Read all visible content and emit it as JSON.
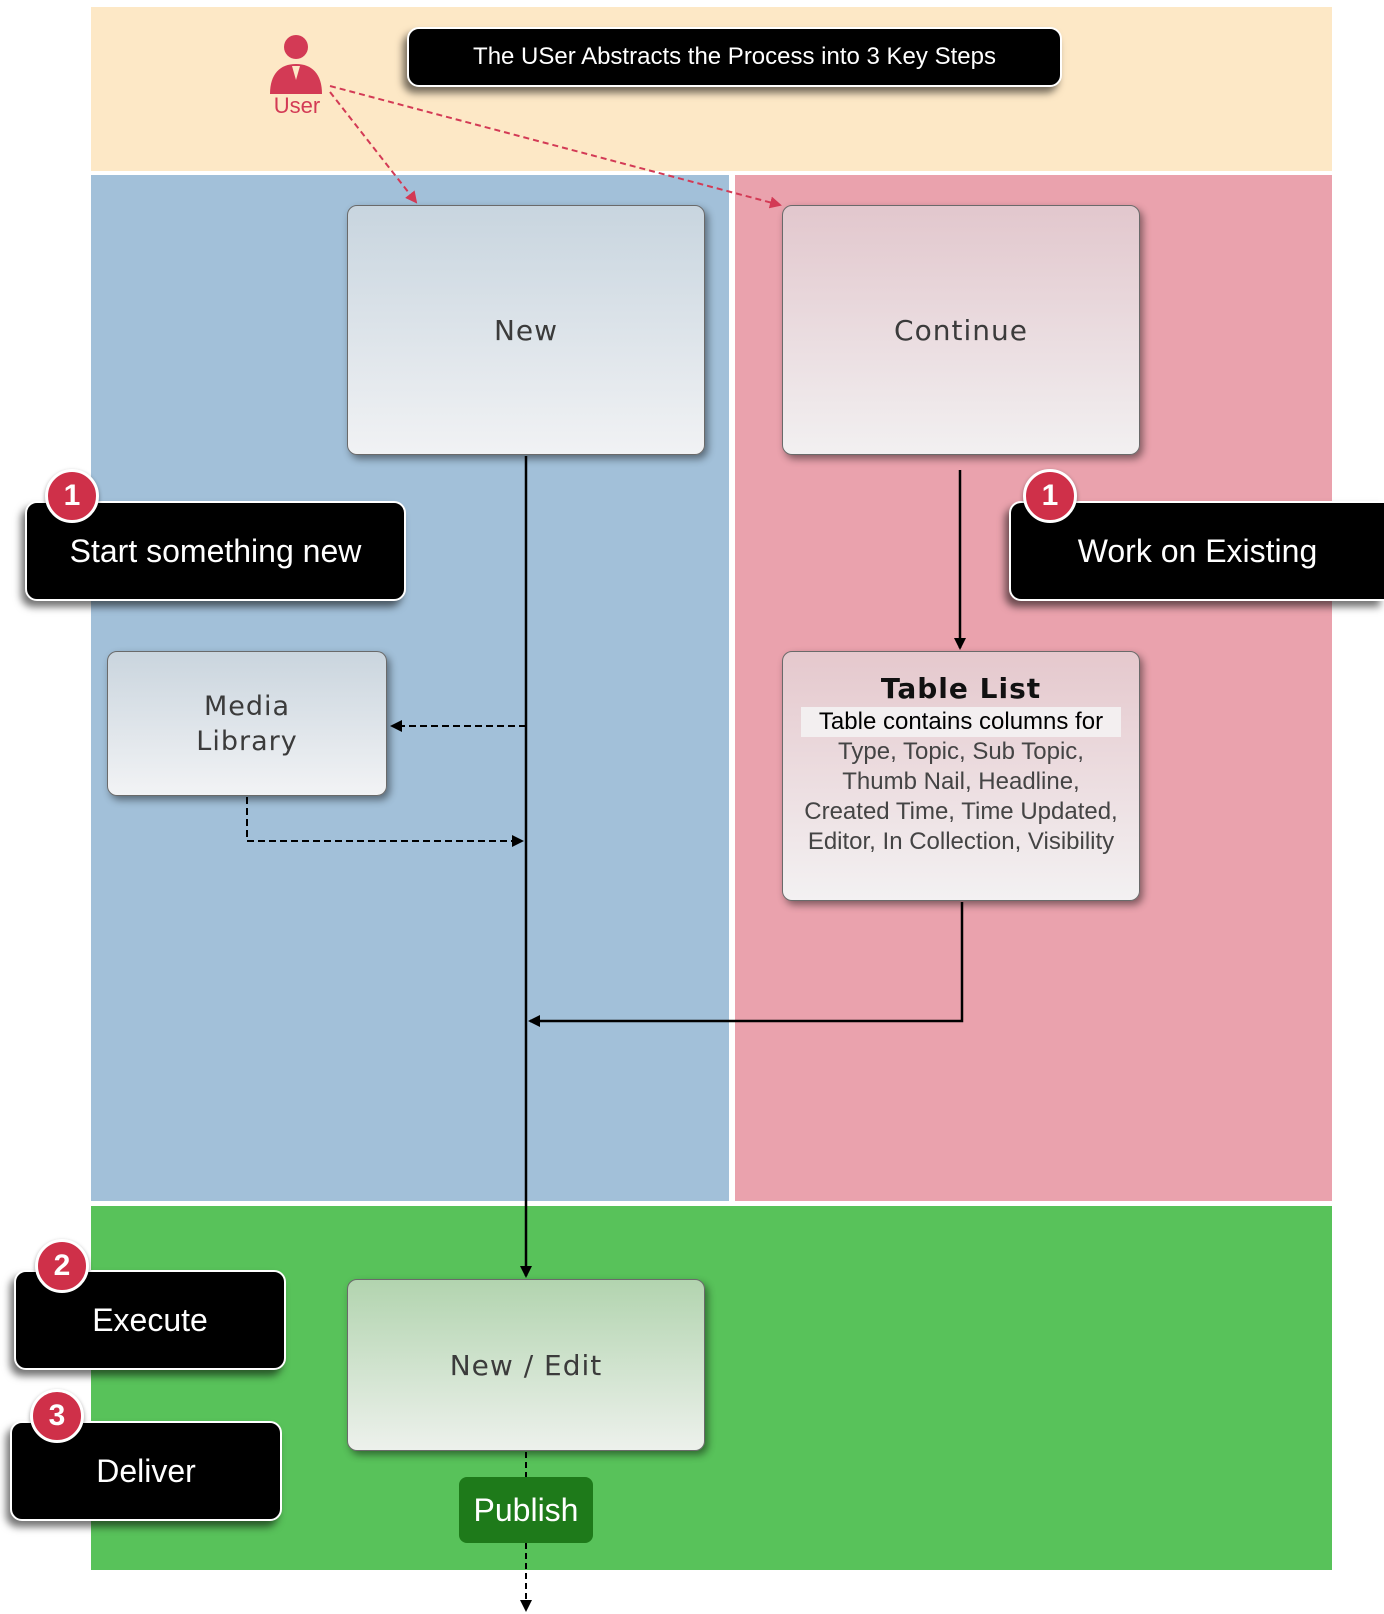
{
  "header": {
    "title": "The USer Abstracts the Process  into 3 Key Steps",
    "actor_label": "User"
  },
  "boxes": {
    "new": "New",
    "continue": "Continue",
    "media_library_line1": "Media",
    "media_library_line2": "Library",
    "table_list_title": "Table List",
    "table_list_desc_line1": "Table contains columns for",
    "table_list_desc_rest": "Type, Topic, Sub Topic, Thumb Nail, Headline, Created Time, Time Updated, Editor, In Collection, Visibility",
    "new_edit": "New / Edit",
    "publish": "Publish"
  },
  "callouts": {
    "start": {
      "number": "1",
      "label": "Start something new"
    },
    "existing": {
      "number": "1",
      "label": "Work on Existing"
    },
    "execute": {
      "number": "2",
      "label": "Execute"
    },
    "deliver": {
      "number": "3",
      "label": "Deliver"
    }
  },
  "colors": {
    "top_band": "#fde8c6",
    "new_lane": "#a2c0d9",
    "continue_lane": "#eaa2ad",
    "execute_band": "#58c25a",
    "badge": "#cf3049",
    "user_accent": "#d33a55",
    "publish": "#1e7a1a"
  }
}
